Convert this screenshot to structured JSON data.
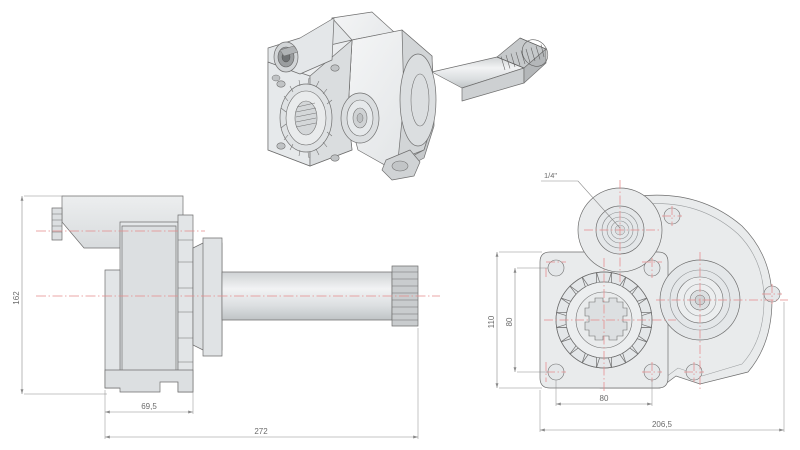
{
  "drawing": {
    "title": "Hydraulic gear pump / PTO unit technical drawing",
    "units": "mm",
    "background_color": "#ffffff",
    "line_color": "#6f6f6f",
    "fill_light": "#e9ebec",
    "fill_mid": "#dcdfe1",
    "fill_dark": "#c9ccce",
    "centerline_color": "#e58a8a",
    "dimension_color": "#8a8a8a",
    "text_color": "#6b6b6b"
  },
  "views": {
    "isometric": {
      "name": "isometric-3d-view",
      "label": ""
    },
    "side": {
      "name": "side-elevation-view",
      "label": ""
    },
    "front": {
      "name": "front-elevation-view",
      "label": ""
    }
  },
  "dimensions": {
    "side_height": {
      "value": "162",
      "orientation": "vertical",
      "view": "side"
    },
    "side_body_length": {
      "value": "69,5",
      "orientation": "horizontal",
      "view": "side"
    },
    "side_total_length": {
      "value": "272",
      "orientation": "horizontal",
      "view": "side"
    },
    "front_height_outer": {
      "value": "110",
      "orientation": "vertical",
      "view": "front"
    },
    "front_height_inner": {
      "value": "80",
      "orientation": "vertical",
      "view": "front"
    },
    "front_bolt_spacing": {
      "value": "80",
      "orientation": "horizontal",
      "view": "front"
    },
    "front_total_width": {
      "value": "206,5",
      "orientation": "horizontal",
      "view": "front"
    }
  },
  "callouts": {
    "port_thread": {
      "value": "1/4\"",
      "view": "front",
      "target": "upper-port"
    }
  },
  "chart_data": {
    "type": "table",
    "title": "Hydraulic gear pump dimensions",
    "categories": [
      "162",
      "69,5",
      "272",
      "110",
      "80",
      "80",
      "206,5",
      "1/4\""
    ],
    "values": [
      162,
      69.5,
      272,
      110,
      80,
      80,
      206.5,
      0.25
    ]
  }
}
